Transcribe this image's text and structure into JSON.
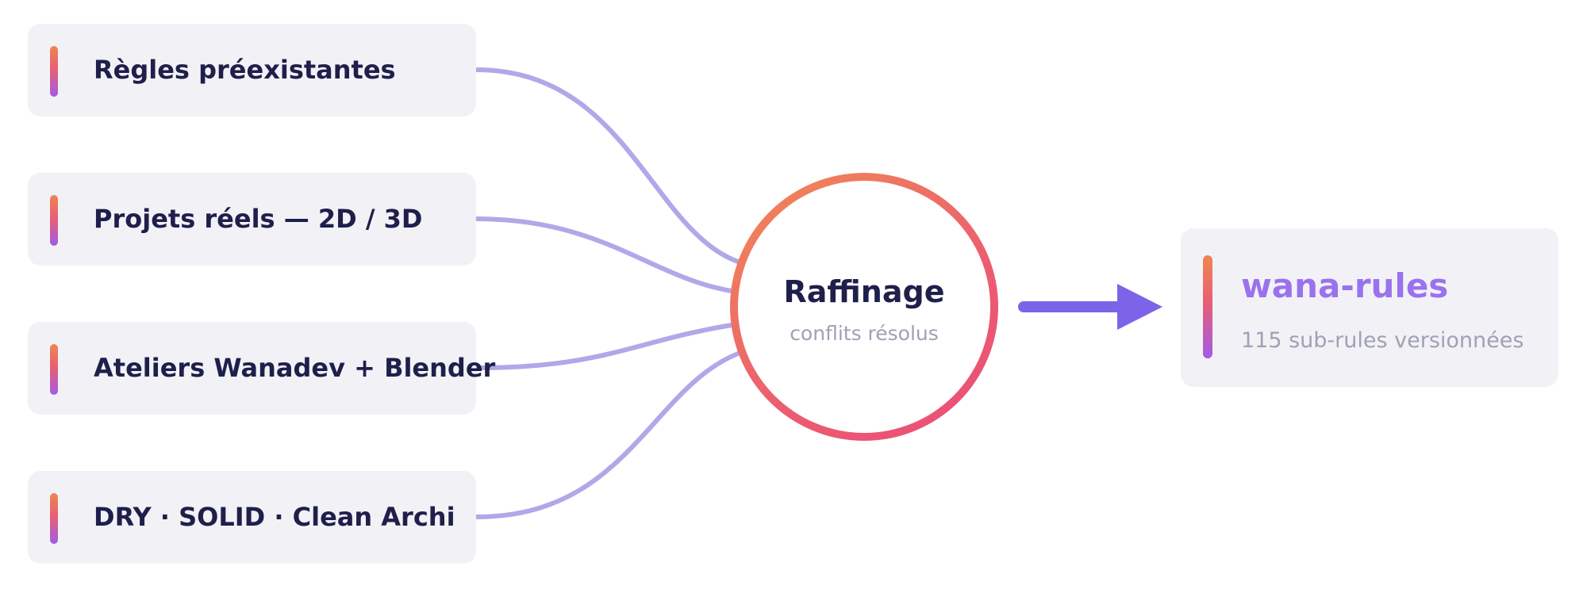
{
  "inputs": [
    {
      "label": "Règles préexistantes"
    },
    {
      "label": "Projets réels — 2D / 3D"
    },
    {
      "label": "Ateliers Wanadev + Blender"
    },
    {
      "label": "DRY · SOLID · Clean Archi"
    }
  ],
  "hub": {
    "title": "Raffinage",
    "subtitle": "conflits résolus"
  },
  "output": {
    "title": "wana-rules",
    "subtitle": "115 sub-rules versionnées"
  },
  "colors": {
    "connector": "#b0a8e8",
    "arrow": "#7c64e8",
    "card_bg": "#f2f2f6",
    "text_dark": "#1e1f4b",
    "text_muted": "#a0a0b6",
    "output_title": "#9a72ee",
    "gradient_orange": "#ef8553",
    "gradient_pink": "#e85f73",
    "gradient_purple": "#a35be8"
  }
}
